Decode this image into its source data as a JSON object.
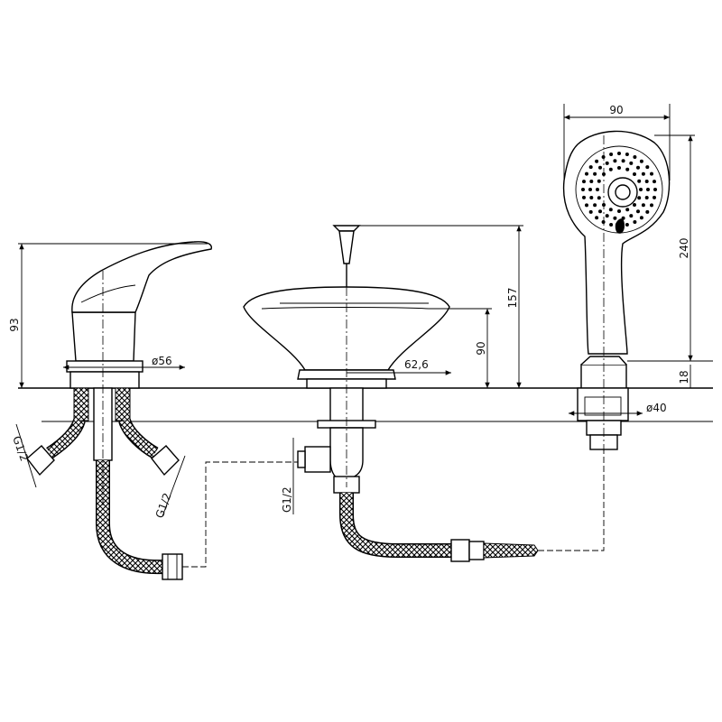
{
  "dimensions": {
    "mixer_height": "93",
    "mixer_base_diameter": "ø56",
    "spout_total_height": "157",
    "spout_height": "90",
    "spout_radius": "62,6",
    "handshower_width": "90",
    "handshower_length": "240",
    "holder_height": "18",
    "holder_diameter": "ø40",
    "thread_left_a": "G1/2",
    "thread_left_b": "G1/2",
    "thread_center": "G1/2"
  }
}
